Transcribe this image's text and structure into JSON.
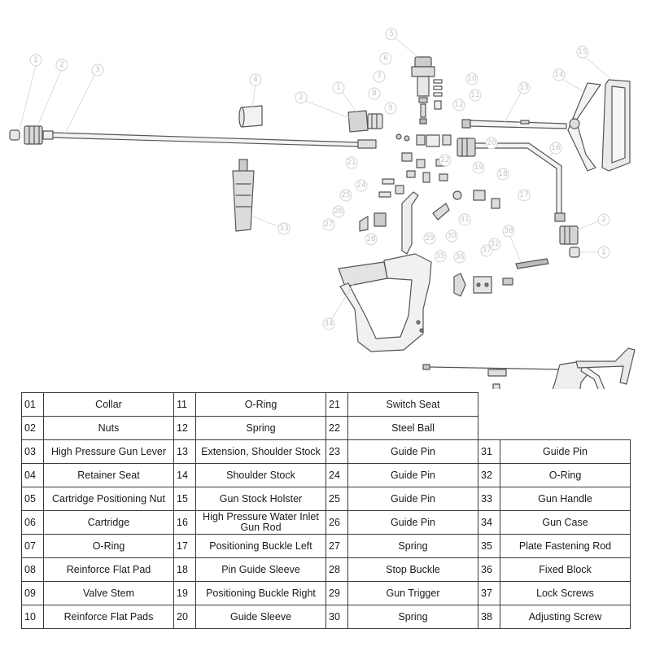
{
  "diagram": {
    "callouts": [
      {
        "id": "c-1a",
        "label": "1"
      },
      {
        "id": "c-2a",
        "label": "2"
      },
      {
        "id": "c-3",
        "label": "3"
      },
      {
        "id": "c-4",
        "label": "4"
      },
      {
        "id": "c-2b",
        "label": "2"
      },
      {
        "id": "c-1b",
        "label": "1"
      },
      {
        "id": "c-5",
        "label": "5"
      },
      {
        "id": "c-6",
        "label": "6"
      },
      {
        "id": "c-7",
        "label": "7"
      },
      {
        "id": "c-8",
        "label": "8"
      },
      {
        "id": "c-9",
        "label": "9"
      },
      {
        "id": "c-10",
        "label": "10"
      },
      {
        "id": "c-11",
        "label": "11"
      },
      {
        "id": "c-12",
        "label": "12"
      },
      {
        "id": "c-13",
        "label": "13"
      },
      {
        "id": "c-14",
        "label": "14"
      },
      {
        "id": "c-15",
        "label": "15"
      },
      {
        "id": "c-16",
        "label": "16"
      },
      {
        "id": "c-20",
        "label": "20"
      },
      {
        "id": "c-21",
        "label": "21"
      },
      {
        "id": "c-22",
        "label": "22"
      },
      {
        "id": "c-19",
        "label": "19"
      },
      {
        "id": "c-18",
        "label": "18"
      },
      {
        "id": "c-24",
        "label": "24"
      },
      {
        "id": "c-25",
        "label": "25"
      },
      {
        "id": "c-17",
        "label": "17"
      },
      {
        "id": "c-26",
        "label": "26"
      },
      {
        "id": "c-27",
        "label": "27"
      },
      {
        "id": "c-28",
        "label": "28"
      },
      {
        "id": "c-29",
        "label": "29"
      },
      {
        "id": "c-30",
        "label": "30"
      },
      {
        "id": "c-31",
        "label": "31"
      },
      {
        "id": "c-33",
        "label": "33"
      },
      {
        "id": "c-38",
        "label": "38"
      },
      {
        "id": "c-32",
        "label": "32"
      },
      {
        "id": "c-35",
        "label": "35"
      },
      {
        "id": "c-36",
        "label": "36"
      },
      {
        "id": "c-37",
        "label": "37"
      },
      {
        "id": "c-2c",
        "label": "2"
      },
      {
        "id": "c-1c",
        "label": "1"
      },
      {
        "id": "c-34",
        "label": "34"
      }
    ]
  },
  "parts_table": {
    "rows": [
      [
        {
          "num": "01",
          "name": "Collar"
        },
        {
          "num": "11",
          "name": "O-Ring"
        },
        {
          "num": "21",
          "name": "Switch Seat"
        },
        null
      ],
      [
        {
          "num": "02",
          "name": "Nuts"
        },
        {
          "num": "12",
          "name": "Spring"
        },
        {
          "num": "22",
          "name": "Steel Ball"
        },
        null
      ],
      [
        {
          "num": "03",
          "name": "High Pressure Gun Lever"
        },
        {
          "num": "13",
          "name": "Extension, Shoulder Stock"
        },
        {
          "num": "23",
          "name": "Guide Pin"
        },
        {
          "num": "31",
          "name": "Guide Pin"
        }
      ],
      [
        {
          "num": "04",
          "name": "Retainer Seat"
        },
        {
          "num": "14",
          "name": "Shoulder Stock"
        },
        {
          "num": "24",
          "name": "Guide Pin"
        },
        {
          "num": "32",
          "name": "O-Ring"
        }
      ],
      [
        {
          "num": "05",
          "name": "Cartridge Positioning Nut"
        },
        {
          "num": "15",
          "name": "Gun Stock Holster"
        },
        {
          "num": "25",
          "name": "Guide Pin"
        },
        {
          "num": "33",
          "name": "Gun Handle"
        }
      ],
      [
        {
          "num": "06",
          "name": "Cartridge"
        },
        {
          "num": "16",
          "name": "High Pressure Water Inlet Gun Rod"
        },
        {
          "num": "26",
          "name": "Guide Pin"
        },
        {
          "num": "34",
          "name": "Gun Case"
        }
      ],
      [
        {
          "num": "07",
          "name": "O-Ring"
        },
        {
          "num": "17",
          "name": "Positioning Buckle Left"
        },
        {
          "num": "27",
          "name": "Spring"
        },
        {
          "num": "35",
          "name": "Plate Fastening Rod"
        }
      ],
      [
        {
          "num": "08",
          "name": "Reinforce Flat Pad"
        },
        {
          "num": "18",
          "name": "Pin Guide Sleeve"
        },
        {
          "num": "28",
          "name": "Stop Buckle"
        },
        {
          "num": "36",
          "name": "Fixed Block"
        }
      ],
      [
        {
          "num": "09",
          "name": "Valve Stem"
        },
        {
          "num": "19",
          "name": "Positioning Buckle Right"
        },
        {
          "num": "29",
          "name": "Gun Trigger"
        },
        {
          "num": "37",
          "name": "Lock Screws"
        }
      ],
      [
        {
          "num": "10",
          "name": "Reinforce Flat Pads"
        },
        {
          "num": "20",
          "name": "Guide Sleeve"
        },
        {
          "num": "30",
          "name": "Spring"
        },
        {
          "num": "38",
          "name": "Adjusting Screw"
        }
      ]
    ]
  }
}
